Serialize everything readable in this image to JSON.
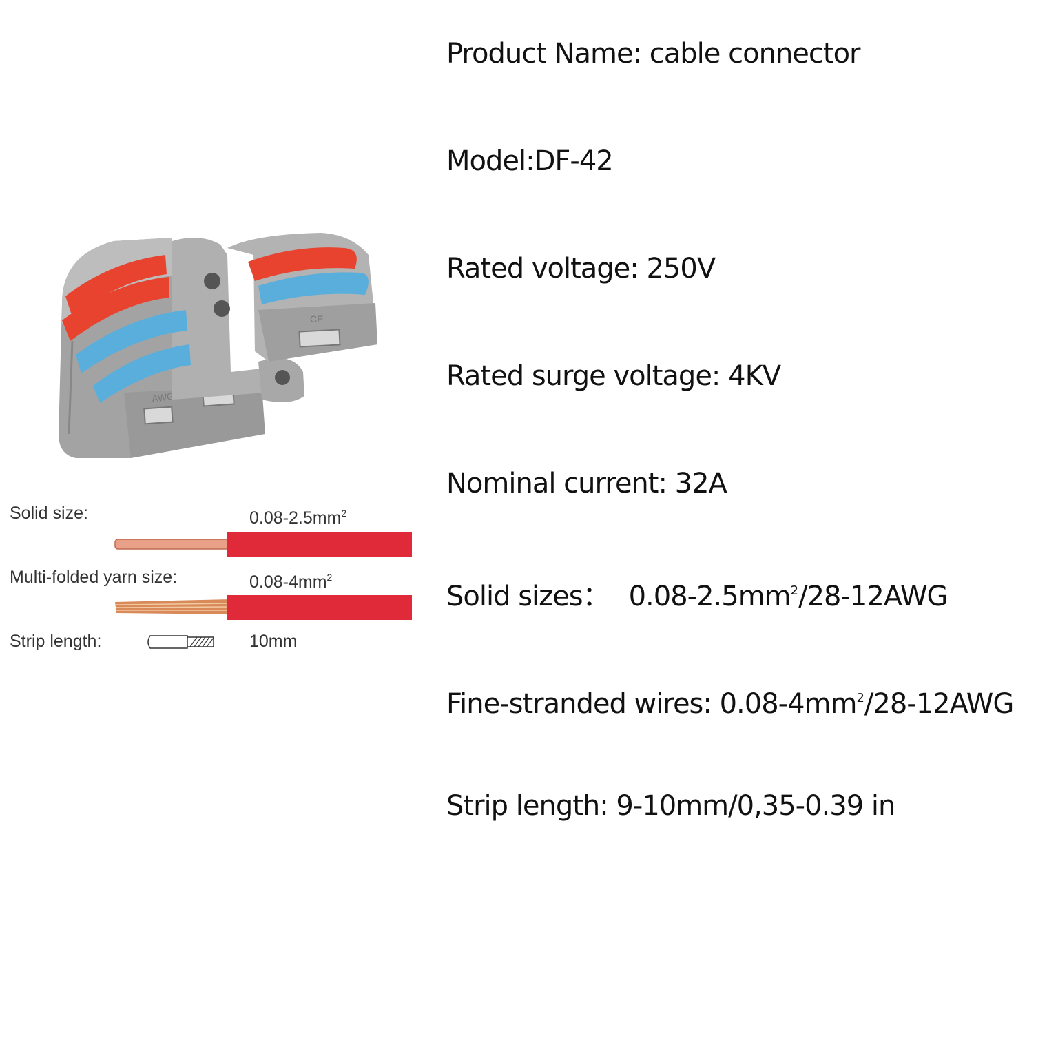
{
  "specs": {
    "product_name": "Product Name: cable connector",
    "model": "Model:DF-42",
    "rated_voltage": "Rated voltage: 250V",
    "rated_surge_voltage": "Rated surge voltage: 4KV",
    "nominal_current": "Nominal current: 32A",
    "solid_sizes": {
      "label": "Solid sizes：",
      "value_pre": "0.08-2.5mm",
      "sup": "2",
      "value_post": "/28-12AWG"
    },
    "fine_stranded": {
      "label": "Fine-stranded wires: ",
      "value_pre": "0.08-4mm",
      "sup": "2",
      "value_post": "/28-12AWG"
    },
    "strip_length": "Strip length: 9-10mm/0,35-0.39 in"
  },
  "diagram": {
    "solid_size": {
      "label": "Solid size:",
      "value_pre": "0.08-2.5mm",
      "sup": "2"
    },
    "multi_folded": {
      "label": "Multi-folded yarn size:",
      "value_pre": "0.08-4mm",
      "sup": "2"
    },
    "strip": {
      "label": "Strip length:",
      "value": "10mm"
    }
  },
  "product_marking": {
    "awg": "AWG28-12",
    "ce": "CE"
  },
  "colors": {
    "housing": "#9c9c9c",
    "housing_light": "#b8b8b8",
    "lever_red": "#e8432e",
    "lever_blue": "#5aaedc",
    "wire_red": "#e02a3a",
    "copper": "#d98a5a"
  },
  "icons": [
    "connector-product-image",
    "solid-wire-icon",
    "stranded-wire-icon",
    "strip-length-icon"
  ]
}
